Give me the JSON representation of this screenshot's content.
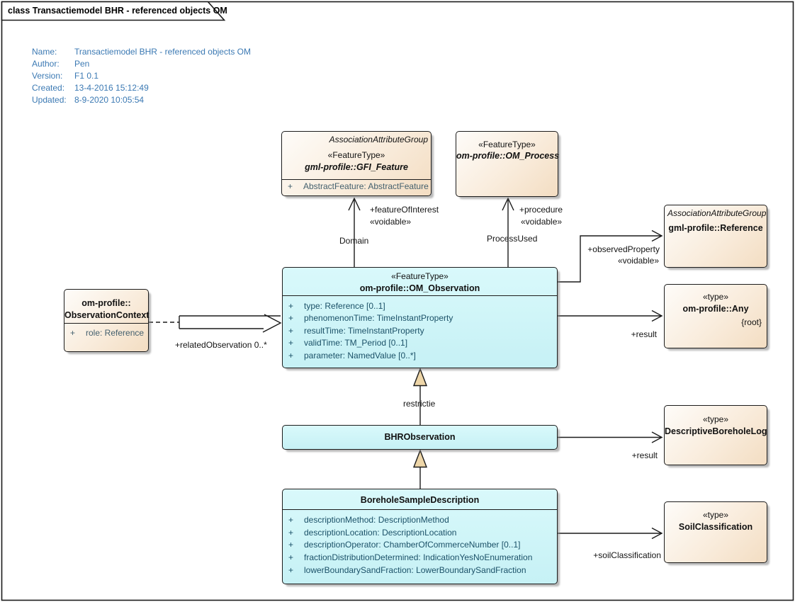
{
  "frame": {
    "title": "class Transactiemodel BHR - referenced objects OM"
  },
  "metadata": {
    "rows": [
      {
        "label": "Name:",
        "value": "Transactiemodel BHR - referenced objects OM"
      },
      {
        "label": "Author:",
        "value": "Pen"
      },
      {
        "label": "Version:",
        "value": "F1 0.1"
      },
      {
        "label": "Created:",
        "value": "13-4-2016 15:12:49"
      },
      {
        "label": "Updated:",
        "value": "8-9-2020 10:05:54"
      }
    ]
  },
  "classes": {
    "gfi_feature": {
      "group": "AssociationAttributeGroup",
      "stereotype": "«FeatureType»",
      "name": "gml-profile::GFI_Feature",
      "attributes": [
        {
          "vis": "+",
          "text": "AbstractFeature: AbstractFeature"
        }
      ]
    },
    "om_process": {
      "stereotype": "«FeatureType»",
      "name": "om-profile::OM_Process"
    },
    "om_observation": {
      "stereotype": "«FeatureType»",
      "name": "om-profile::OM_Observation",
      "attributes": [
        {
          "vis": "+",
          "text": "type: Reference [0..1]"
        },
        {
          "vis": "+",
          "text": "phenomenonTime: TimeInstantProperty"
        },
        {
          "vis": "+",
          "text": "resultTime: TimeInstantProperty"
        },
        {
          "vis": "+",
          "text": "validTime: TM_Period [0..1]"
        },
        {
          "vis": "+",
          "text": "parameter: NamedValue [0..*]"
        }
      ]
    },
    "bhr_observation": {
      "name": "BHRObservation"
    },
    "borehole_sample_description": {
      "name": "BoreholeSampleDescription",
      "attributes": [
        {
          "vis": "+",
          "text": "descriptionMethod: DescriptionMethod"
        },
        {
          "vis": "+",
          "text": "descriptionLocation: DescriptionLocation"
        },
        {
          "vis": "+",
          "text": "descriptionOperator: ChamberOfCommerceNumber [0..1]"
        },
        {
          "vis": "+",
          "text": "fractionDistributionDetermined: IndicationYesNoEnumeration"
        },
        {
          "vis": "+",
          "text": "lowerBoundarySandFraction: LowerBoundarySandFraction"
        }
      ]
    },
    "observation_context": {
      "name_line1": "om-profile::",
      "name_line2": "ObservationContext",
      "attributes": [
        {
          "vis": "+",
          "text": "role: Reference"
        }
      ]
    },
    "reference": {
      "group": "AssociationAttributeGroup",
      "name": "gml-profile::Reference"
    },
    "any": {
      "stereotype": "«type»",
      "name": "om-profile::Any",
      "constraint": "{root}"
    },
    "descriptive_borehole_log": {
      "stereotype": "«type»",
      "name": "DescriptiveBoreholeLog"
    },
    "soil_classification": {
      "stereotype": "«type»",
      "name": "SoilClassification"
    }
  },
  "connectors": {
    "feature_of_interest": {
      "role": "+featureOfInterest",
      "stereotype": "«voidable»",
      "label": "Domain"
    },
    "procedure": {
      "role": "+procedure",
      "stereotype": "«voidable»",
      "label": "ProcessUsed"
    },
    "observed_property": {
      "role": "+observedProperty",
      "stereotype": "«voidable»"
    },
    "result_any": {
      "role": "+result"
    },
    "result_log": {
      "role": "+result"
    },
    "soil_classification": {
      "role": "+soilClassification"
    },
    "related_observation": {
      "role": "+relatedObservation 0..*"
    },
    "restrictie": {
      "label": "restrictie"
    }
  },
  "colors": {
    "class_fill": "#cbf3f6",
    "type_fill_gradient": [
      "#fefcf9",
      "#f3ddc2"
    ],
    "generalization_arrow_fill": "#eed6a8",
    "line": "#1a1a1a",
    "metadata_text": "#3b79b3",
    "attribute_text_cyan": "#1b5168",
    "attribute_text_cream": "#44606e"
  }
}
